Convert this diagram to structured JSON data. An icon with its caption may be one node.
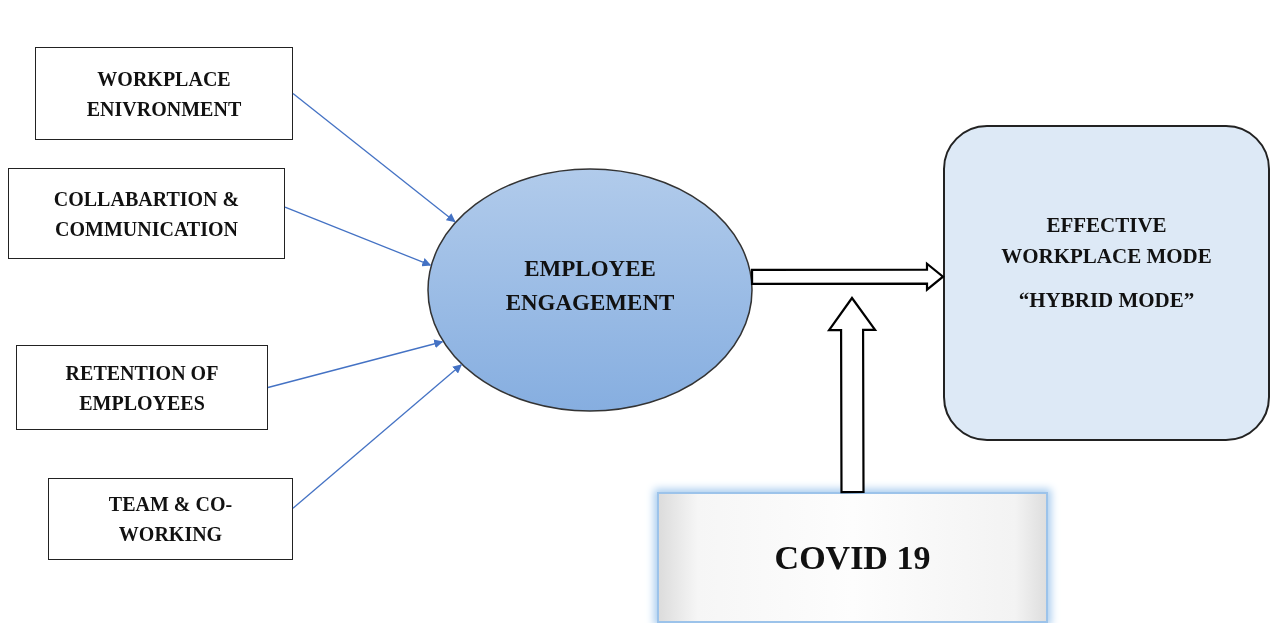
{
  "diagram": {
    "nodes": [
      {
        "text": [
          "WORKPLACE ENIVRONMENT"
        ]
      },
      {
        "text": [
          "COLLABARTION & COMMUNICATION"
        ]
      },
      {
        "text": [
          "RETENTION OF EMPLOYEES"
        ]
      },
      {
        "text": [
          "TEAM & CO-WORKING"
        ]
      },
      {
        "text": [
          "EMPLOYEE ENGAGEMENT"
        ]
      },
      {
        "text": [
          "EFFECTIVE WORKPLACE MODE",
          "“HYBRID MODE”"
        ]
      },
      {
        "text": [
          "COVID 19"
        ]
      }
    ],
    "edges": [
      {
        "from": 0,
        "to": 4,
        "arrow": "to"
      },
      {
        "from": 1,
        "to": 4,
        "arrow": "to"
      },
      {
        "from": 2,
        "to": 4,
        "arrow": "to"
      },
      {
        "from": 3,
        "to": 4,
        "arrow": "to"
      },
      {
        "from": 4,
        "to": 5,
        "arrow": "to",
        "style": "thick",
        "color": "#000000"
      },
      {
        "from": 6,
        "to": null,
        "arrow": "to",
        "style": "thick",
        "color": "#000000"
      }
    ]
  }
}
